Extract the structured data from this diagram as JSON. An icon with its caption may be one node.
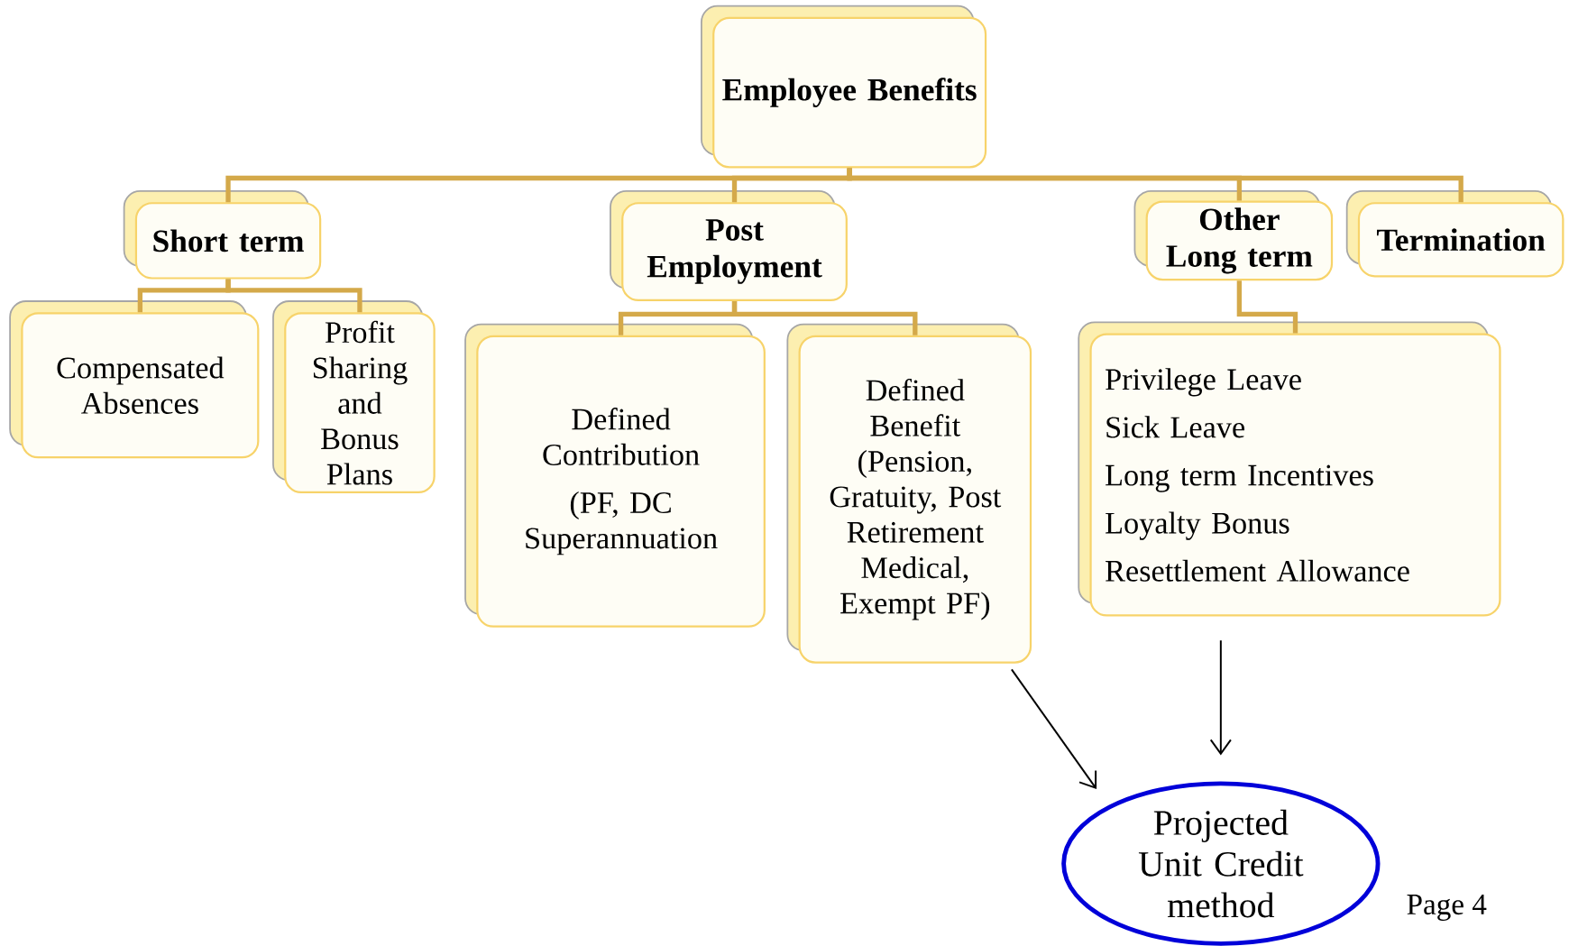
{
  "diagram": {
    "nodes": [
      {
        "text": [
          "Employee Benefits"
        ]
      },
      {
        "text": [
          "Short term"
        ]
      },
      {
        "text": [
          "Post Employment"
        ]
      },
      {
        "text": [
          "Other Long term"
        ]
      },
      {
        "text": [
          "Termination"
        ]
      },
      {
        "text": [
          "Compensated Absences"
        ]
      },
      {
        "text": [
          "Profit Sharing and Bonus Plans"
        ]
      },
      {
        "text": [
          "Defined Contribution",
          "(PF, DC Superannuation"
        ]
      },
      {
        "text": [
          "Defined Benefit (Pension, Gratuity, Post Retirement Medical, Exempt PF)"
        ]
      },
      {
        "text": [
          "Privilege Leave",
          "Sick Leave",
          "Long term Incentives",
          "Loyalty Bonus",
          "Resettlement Allowance"
        ]
      },
      {
        "text": [
          "Projected Unit Credit method"
        ]
      }
    ],
    "edges": [
      {
        "from": 0,
        "to": 1,
        "arrow": "none"
      },
      {
        "from": 0,
        "to": 2,
        "arrow": "none"
      },
      {
        "from": 0,
        "to": 3,
        "arrow": "none"
      },
      {
        "from": 0,
        "to": 4,
        "arrow": "none"
      },
      {
        "from": 1,
        "to": 5,
        "arrow": "none"
      },
      {
        "from": 1,
        "to": 6,
        "arrow": "none"
      },
      {
        "from": 2,
        "to": 7,
        "arrow": "none"
      },
      {
        "from": 2,
        "to": 8,
        "arrow": "none"
      },
      {
        "from": 3,
        "to": 9,
        "arrow": "none"
      },
      {
        "from": 8,
        "to": 10,
        "arrow": "to",
        "color": "#000000"
      },
      {
        "from": 9,
        "to": 10,
        "arrow": "to",
        "color": "#000000"
      }
    ],
    "labels": [
      "Page 4"
    ]
  }
}
